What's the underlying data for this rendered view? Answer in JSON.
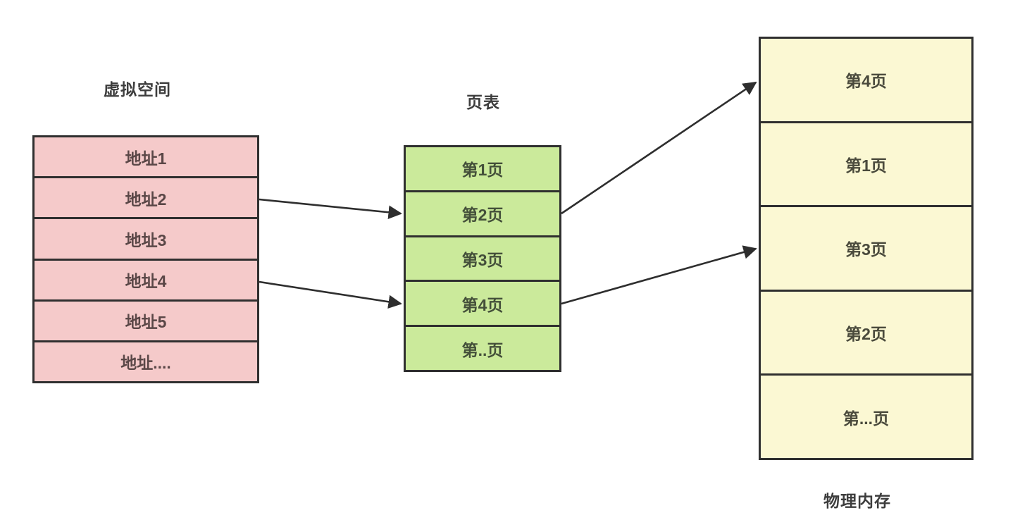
{
  "diagram": {
    "title_virtual_space": "虚拟空间",
    "title_page_table": "页表",
    "title_physical_memory": "物理内存",
    "virtual_space": {
      "rows": [
        "地址1",
        "地址2",
        "地址3",
        "地址4",
        "地址5",
        "地址...."
      ]
    },
    "page_table": {
      "rows": [
        "第1页",
        "第2页",
        "第3页",
        "第4页",
        "第..页"
      ]
    },
    "physical_memory": {
      "rows": [
        "第4页",
        "第1页",
        "第3页",
        "第2页",
        "第...页"
      ]
    },
    "connections": [
      {
        "from": "虚拟空间.地址2",
        "to": "页表.第2页"
      },
      {
        "from": "虚拟空间.地址4",
        "to": "页表.第4页"
      },
      {
        "from": "页表.第2页",
        "to": "物理内存.第4页"
      },
      {
        "from": "页表.第4页",
        "to": "物理内存.第3页"
      }
    ],
    "colors": {
      "virtual_space_fill": "#f5caca",
      "page_table_fill": "#cbea9b",
      "physical_memory_fill": "#fbf8d3",
      "border": "#2f2f2f",
      "arrow": "#2e2e2e",
      "background": "#ffffff"
    }
  }
}
